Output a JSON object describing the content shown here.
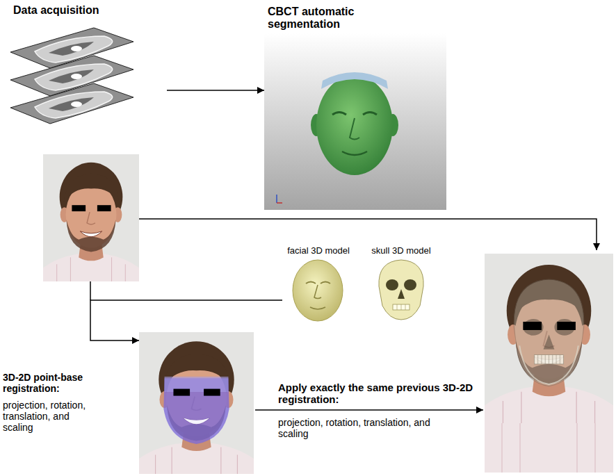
{
  "diagram": {
    "nodes": [
      {
        "text": [
          "Data acquisition"
        ]
      },
      {
        "text": [
          "CBCT automatic segmentation"
        ]
      },
      {
        "text": [
          "facial 3D model"
        ]
      },
      {
        "text": [
          "skull 3D model"
        ]
      },
      {
        "text": [
          "3D-2D point-base registration:",
          "projection, rotation, translation, and scaling"
        ]
      }
    ],
    "edges": [
      {
        "from": 0,
        "to": 1,
        "arrow": "to"
      },
      {
        "from": 2,
        "to": 4,
        "arrow": "to"
      }
    ],
    "labels": [
      "Apply exactly the same previous 3D-2D registration:",
      "projection, rotation, translation, and scaling"
    ]
  }
}
